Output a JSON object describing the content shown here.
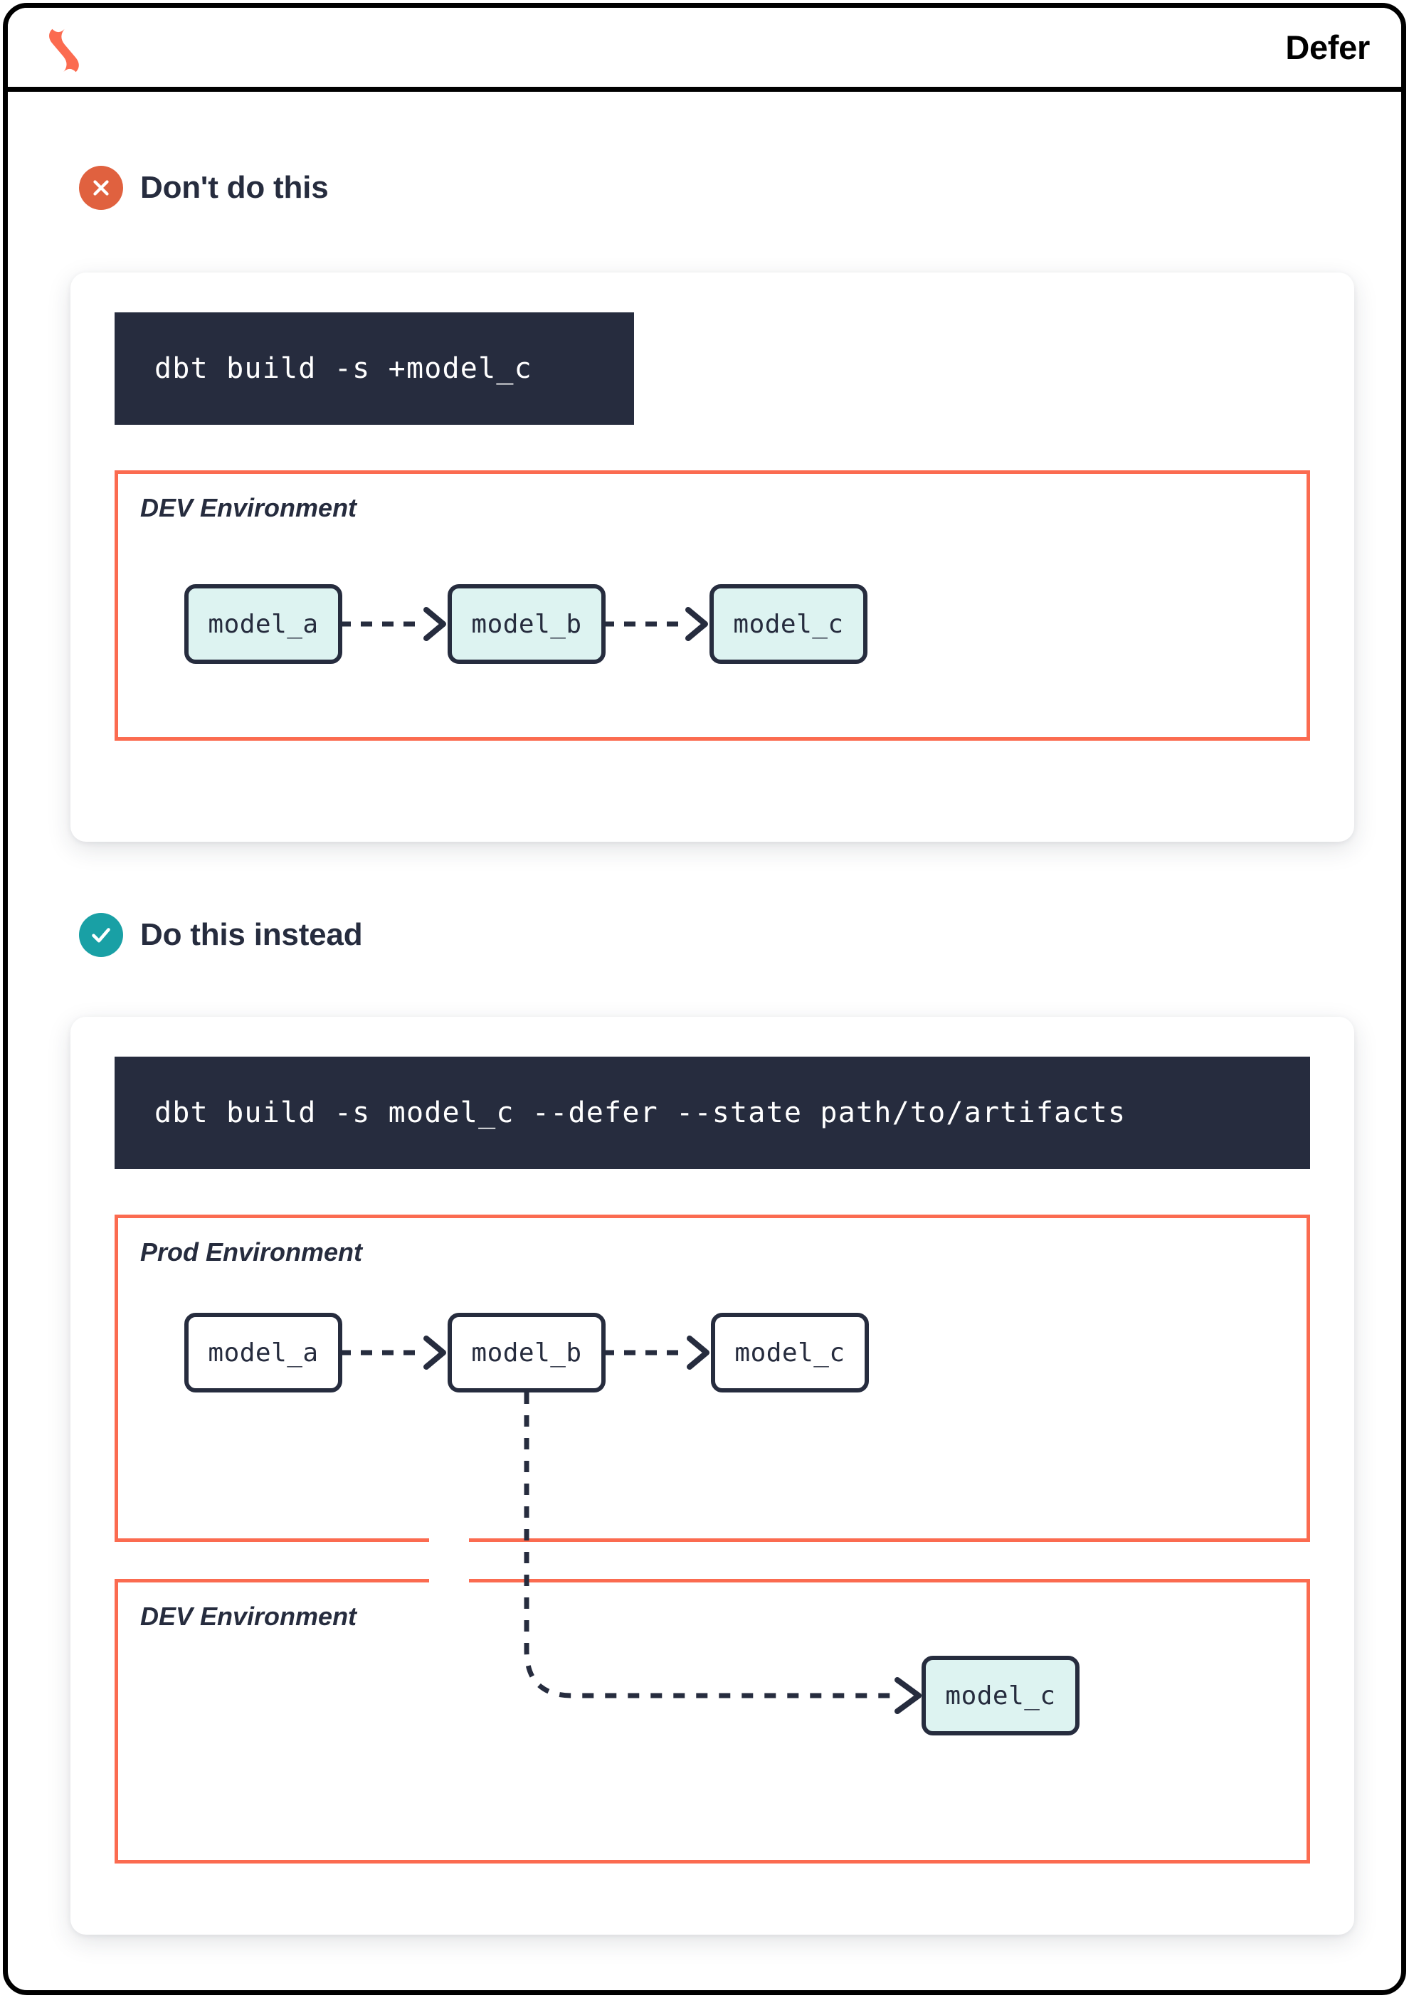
{
  "header": {
    "title": "Defer",
    "logo_icon": "dbt-logo-icon"
  },
  "sections": [
    {
      "id": "dont",
      "badge_icon": "x-circle-icon",
      "badge_color": "#E0613F",
      "title": "Don't do this",
      "command": "dbt build -s +model_c",
      "environments": [
        {
          "label": "DEV Environment",
          "nodes": [
            "model_a",
            "model_b",
            "model_c"
          ],
          "node_style": "cyan"
        }
      ]
    },
    {
      "id": "do",
      "badge_icon": "check-circle-icon",
      "badge_color": "#19A0A5",
      "title": "Do this instead",
      "command": "dbt build -s model_c --defer --state path/to/artifacts",
      "environments": [
        {
          "label": "Prod Environment",
          "nodes": [
            "model_a",
            "model_b",
            "model_c"
          ],
          "node_style": "white"
        },
        {
          "label": "DEV Environment",
          "nodes": [
            "model_c"
          ],
          "node_style": "cyan"
        }
      ]
    }
  ],
  "colors": {
    "accent_orange": "#FB6B50",
    "ink": "#262C3E",
    "node_fill_cyan": "#DDF3F1",
    "badge_bad": "#E0613F",
    "badge_good": "#19A0A5",
    "code_bg": "#262C3E"
  }
}
